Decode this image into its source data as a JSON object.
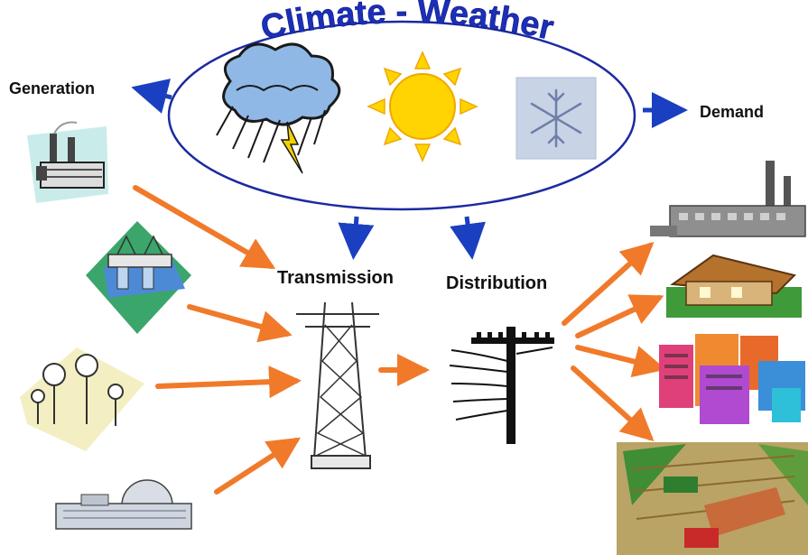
{
  "title": "Climate - Weather",
  "labels": {
    "generation": "Generation",
    "demand": "Demand",
    "transmission": "Transmission",
    "distribution": "Distribution"
  },
  "colors": {
    "title": "#1c2fb8",
    "ellipse": "#1c2aa0",
    "blue_arrow": "#1a3fc0",
    "orange_arrow": "#f07a2a",
    "sun": "#ffd400",
    "cloud": "#7fb0e0"
  },
  "icons": {
    "weather": [
      "storm-cloud-icon",
      "sun-icon",
      "snowflake-icon"
    ],
    "generation": [
      "fossil-power-plant-icon",
      "hydro-dam-icon",
      "wind-farm-icon",
      "nuclear-plant-icon"
    ],
    "transmission": "transmission-tower-icon",
    "distribution": "utility-pole-icon",
    "demand": [
      "factory-icon",
      "house-icon",
      "city-buildings-icon",
      "farm-field-icon"
    ]
  }
}
